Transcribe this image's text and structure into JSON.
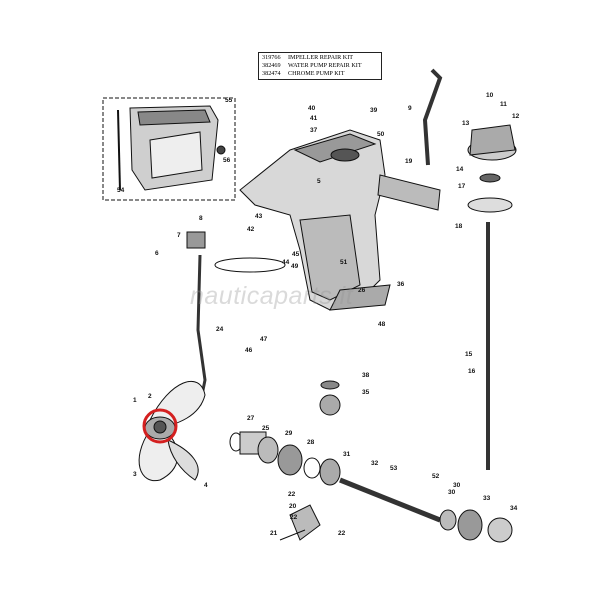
{
  "kit_table": {
    "rows": [
      {
        "part": "319766",
        "desc": "IMPELLER REPAIR KIT"
      },
      {
        "part": "382469",
        "desc": "WATER PUMP REPAIR KIT"
      },
      {
        "part": "382474",
        "desc": "CHROME PUMP KIT"
      }
    ]
  },
  "watermark": "nauticaparts.it",
  "highlight_color": "#d42020",
  "callouts": [
    "1",
    "2",
    "3",
    "4",
    "5",
    "6",
    "7",
    "8",
    "9",
    "10",
    "11",
    "12",
    "13",
    "14",
    "15",
    "16",
    "17",
    "18",
    "19",
    "20",
    "21",
    "22",
    "22",
    "24",
    "25",
    "26",
    "27",
    "28",
    "29",
    "30",
    "31",
    "32",
    "33",
    "34",
    "35",
    "36",
    "37",
    "38",
    "39",
    "40",
    "41",
    "42",
    "43",
    "44",
    "45",
    "46",
    "47",
    "48",
    "49",
    "50",
    "51",
    "52",
    "53",
    "54",
    "55",
    "56",
    "30",
    "22"
  ]
}
